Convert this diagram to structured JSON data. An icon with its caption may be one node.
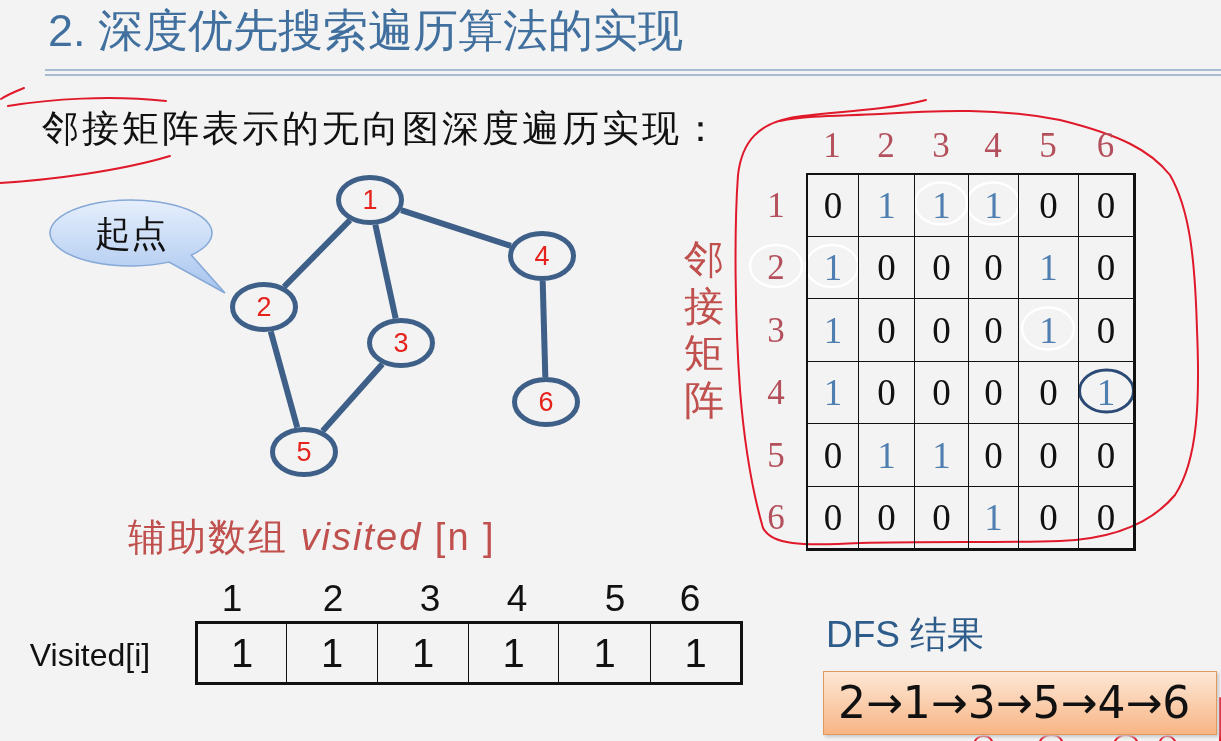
{
  "diagram": {
    "title": "2. 深度优先搜索遍历算法的实现",
    "nodes": [
      {
        "text": [
          "1"
        ]
      },
      {
        "text": [
          "2"
        ]
      },
      {
        "text": [
          "3"
        ]
      },
      {
        "text": [
          "4"
        ]
      },
      {
        "text": [
          "5"
        ]
      },
      {
        "text": [
          "6"
        ]
      },
      {
        "text": [
          "起点"
        ]
      },
      {
        "text": [
          "DFS 结果",
          "2→1→3→5→4→6"
        ]
      }
    ],
    "edges": [
      {
        "from": 0,
        "to": 1,
        "arrow": "none"
      },
      {
        "from": 0,
        "to": 2,
        "arrow": "none"
      },
      {
        "from": 0,
        "to": 3,
        "arrow": "none"
      },
      {
        "from": 1,
        "to": 4,
        "arrow": "none"
      },
      {
        "from": 2,
        "to": 4,
        "arrow": "none"
      },
      {
        "from": 3,
        "to": 5,
        "arrow": "none"
      }
    ],
    "labels": [
      "邻接矩阵表示的无向图深度遍历实现：",
      "1",
      "2",
      "3",
      "4",
      "5",
      "6",
      "邻接矩阵",
      "1",
      "0",
      "1",
      "1",
      "1",
      "0",
      "0",
      "2",
      "1",
      "0",
      "0",
      "0",
      "1",
      "0",
      "3",
      "1",
      "0",
      "0",
      "0",
      "1",
      "0",
      "4",
      "1",
      "0",
      "0",
      "0",
      "0",
      "1",
      "5",
      "0",
      "1",
      "1",
      "0",
      "0",
      "0",
      "6",
      "0",
      "0",
      "0",
      "1",
      "0",
      "0",
      "辅助数组 *visited* [n ]",
      "1",
      "2",
      "3",
      "4",
      "5",
      "6",
      "Visited[i]",
      "1",
      "1",
      "1",
      "1",
      "1",
      "1"
    ]
  }
}
